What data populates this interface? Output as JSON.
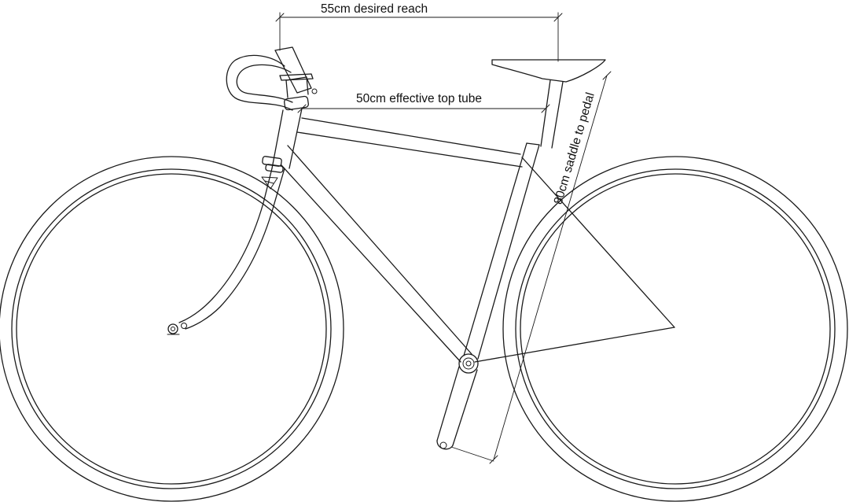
{
  "diagram": {
    "labels": {
      "desired_reach": "55cm desired reach",
      "effective_top_tube": "50cm effective top tube",
      "saddle_to_pedal": "80cm saddle to pedal"
    },
    "colors": {
      "line": "#1a1a1a",
      "background": "#ffffff"
    }
  }
}
